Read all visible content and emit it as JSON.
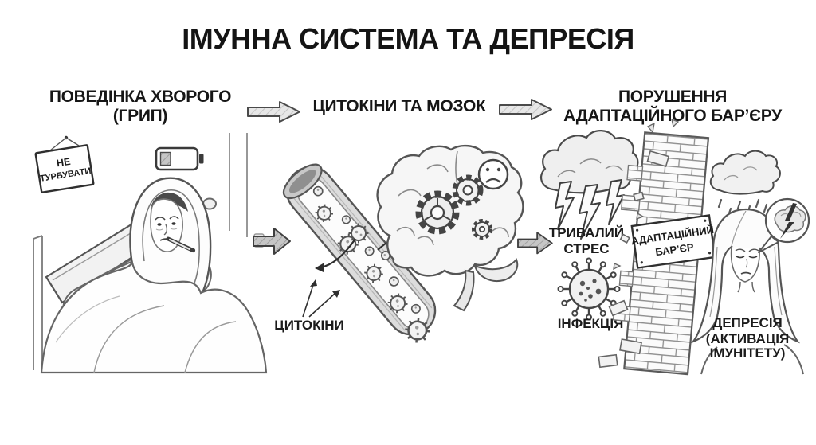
{
  "title": "ІМУННА СИСТЕМА ТА ДЕПРЕСІЯ",
  "sections": {
    "behavior": {
      "header_line1": "ПОВЕДІНКА ХВОРОГО",
      "header_line2": "(ГРИП)",
      "door_sign": {
        "line1": "НЕ",
        "line2": "ТУРБУВАТИ"
      }
    },
    "cytokines": {
      "header": "ЦИТОКІНИ ТА МОЗОК",
      "cytokines_label": "ЦИТОКІНИ"
    },
    "barrier": {
      "header_line1": "ПОРУШЕННЯ",
      "header_line2": "АДАПТАЦІЙНОГО БАР’ЄРУ",
      "stress_label_line1": "ТРИВАЛИЙ",
      "stress_label_line2": "СТРЕС",
      "infection_label": "ІНФЕКЦІЯ",
      "wall_sign": {
        "line1": "АДАПТАЦІЙНИЙ",
        "line2": "БАР’ЄР"
      },
      "depression_label_line1": "ДЕПРЕСІЯ",
      "depression_label_line2": "(АКТИВАЦІЯ",
      "depression_label_line3": "ІМУНІТЕТУ)"
    }
  },
  "colors": {
    "background": "#ffffff",
    "text": "#1b1b1b",
    "sketch_dark": "#3f3f3f",
    "sketch_mid": "#666666",
    "sketch_light": "#9a9a9a"
  }
}
